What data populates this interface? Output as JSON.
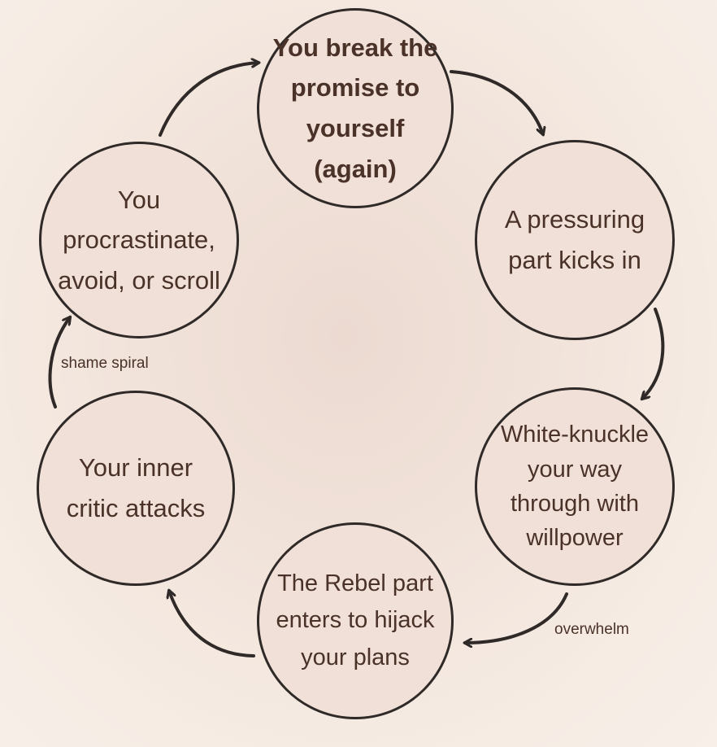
{
  "nodes": [
    {
      "id": "break-promise",
      "text": "You break the promise to yourself (again)"
    },
    {
      "id": "pressuring-part",
      "text": "A pressuring part kicks in"
    },
    {
      "id": "white-knuckle",
      "text": "White-knuckle your way through with willpower"
    },
    {
      "id": "rebel-part",
      "text": "The Rebel part enters to hijack your plans"
    },
    {
      "id": "inner-critic",
      "text": "Your inner critic attacks"
    },
    {
      "id": "procrastinate",
      "text": "You procrastinate, avoid, or scroll"
    }
  ],
  "edge_labels": {
    "shame_spiral": "shame spiral",
    "overwhelm": "overwhelm"
  },
  "colors": {
    "background": "#f3e6dd",
    "node_fill": "#f0e0d7",
    "outline": "#2f2a28",
    "text": "#4a3228"
  }
}
